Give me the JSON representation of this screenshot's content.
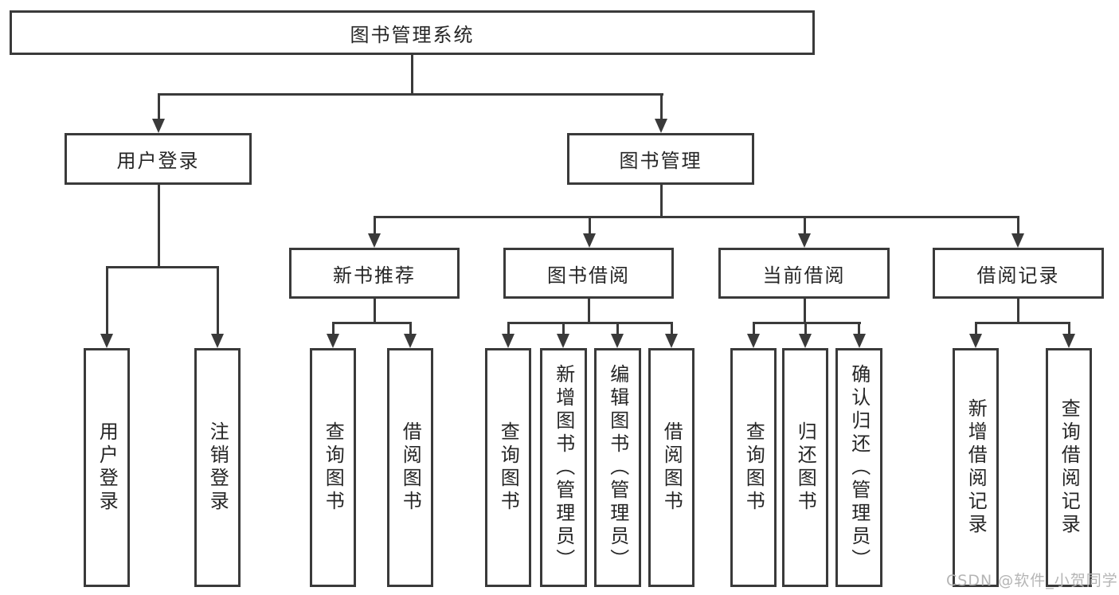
{
  "diagram": {
    "root": "图书管理系统",
    "level2": [
      "用户登录",
      "图书管理"
    ],
    "level3": [
      "新书推荐",
      "图书借阅",
      "当前借阅",
      "借阅记录"
    ],
    "leaves": [
      "用户登录",
      "注销登录",
      "查询图书",
      "借阅图书",
      "查询图书",
      "新增图书（管理员）",
      "编辑图书（管理员）",
      "借阅图书",
      "查询图书",
      "归还图书",
      "确认归还（管理员）",
      "新增借阅记录",
      "查询借阅记录"
    ]
  },
  "watermark": "CSDN @软件_小贺同学",
  "colors": {
    "line": "#3a3a3a",
    "text": "#262626",
    "watermark": "#b5b5b5"
  }
}
